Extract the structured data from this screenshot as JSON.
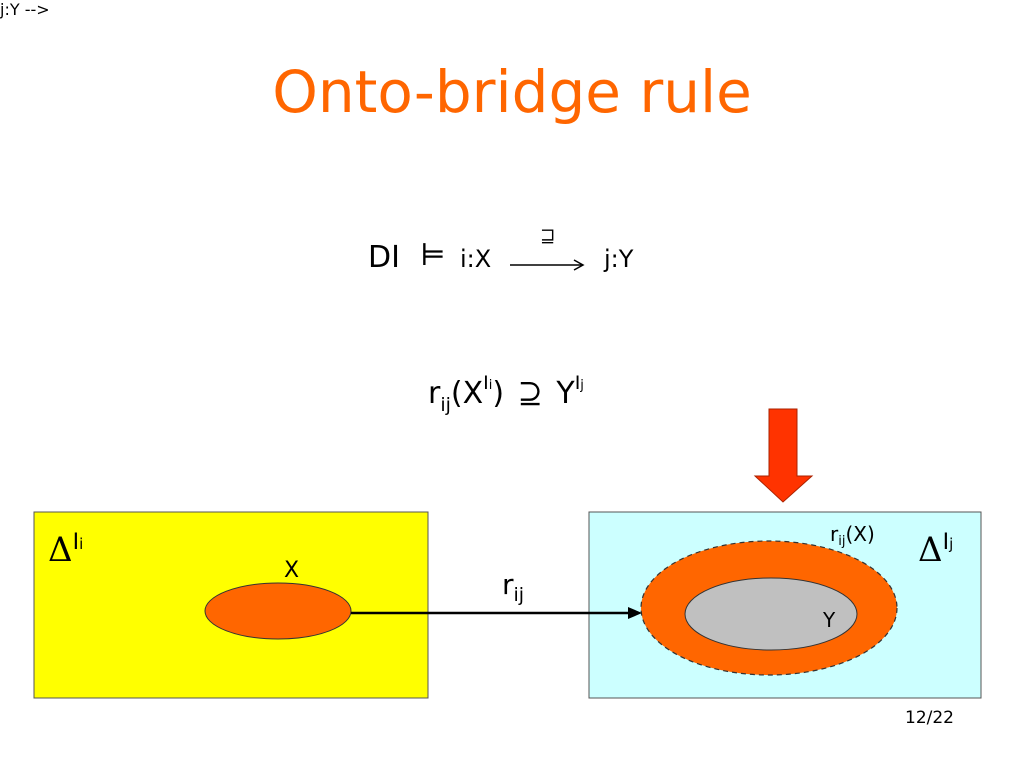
{
  "slide": {
    "title": "Onto-bridge rule",
    "page": "12/22"
  },
  "formula1": {
    "left": "DI",
    "entails": "⊨",
    "source": "i:X",
    "arrow_label": "⊒",
    "target": "j:Y"
  },
  "formula2": {
    "r": "r",
    "r_sub": "ij",
    "open": "(X",
    "x_sup": "I",
    "x_sup_sub": "i",
    "close": ")",
    "supset": "⊇",
    "y": "Y",
    "y_sup": "I",
    "y_sup_sub": "j"
  },
  "left_domain": {
    "delta": "Δ",
    "sup": "I",
    "sup_sub": "i",
    "set_label": "X"
  },
  "right_domain": {
    "delta": "Δ",
    "sup": "I",
    "sup_sub": "j",
    "image_label_r": "r",
    "image_label_sub": "ij",
    "image_label_rest": "(X)",
    "set_label": "Y"
  },
  "mapping": {
    "r": "r",
    "sub": "ij"
  },
  "colors": {
    "title": "#ff6600",
    "left_box": "#ffff00",
    "right_box": "#ccffff",
    "orange": "#ff6600",
    "grey": "#c0c0c0",
    "red_arrow": "#ff3300"
  }
}
